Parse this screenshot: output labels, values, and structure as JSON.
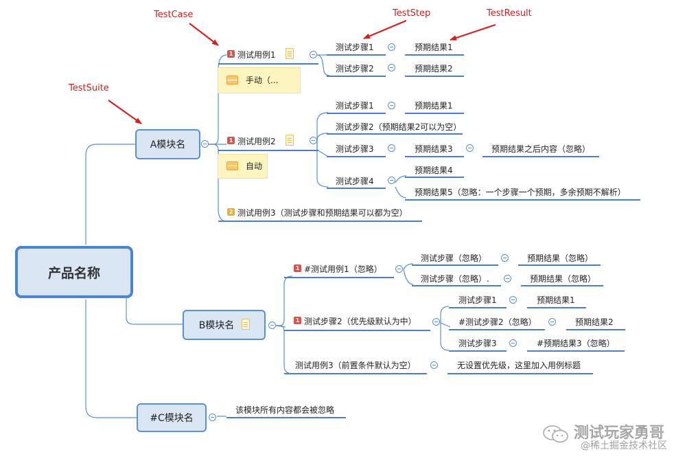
{
  "root": "产品名称",
  "annotations": [
    "TestCase",
    "TestStep",
    "TestResult",
    "TestSuite"
  ],
  "moduleA": {
    "title": "A模块名",
    "case1": {
      "title": "测试用例1",
      "priority": "1",
      "note": "手动（...",
      "step1": "测试步骤1",
      "result1": "预期结果1",
      "step2": "测试步骤2",
      "result2": "预期结果2"
    },
    "case2": {
      "title": "测试用例2",
      "priority": "1",
      "note": "自动",
      "step1": "测试步骤1",
      "result1": "预期结果1",
      "step2": "测试步骤2（预期结果2可以为空）",
      "step3": "测试步骤3",
      "result3": "预期结果3",
      "result3b": "预期结果之后内容（忽略）",
      "step4": "测试步骤4",
      "result4": "预期结果4",
      "result5": "预期结果5（忽略：一个步骤一个预期，多余预期不解析）"
    },
    "case3": {
      "title": "测试用例3（测试步骤和预期结果可以都为空）",
      "priority": "2"
    }
  },
  "moduleB": {
    "title": "B模块名",
    "case1": {
      "title": "#测试用例1（忽略）",
      "priority": "1",
      "step1": "测试步骤（忽略）",
      "result1": "预期结果（忽略）",
      "step2": "测试步骤（忽略）.",
      "result2": "预期结果（忽略）"
    },
    "case2": {
      "title": "测试步骤2（优先级默认为中）",
      "priority": "1",
      "step1": "测试步骤1",
      "result1": "预期结果1",
      "step2": "#测试步骤2（忽略）",
      "result2": "预期结果2",
      "step3": "测试步骤3",
      "result3": "#预期结果3（忽略）"
    },
    "case3": {
      "title": "测试用例3（前置条件默认为空）",
      "result": "无设置优先级，这里加入用例标题"
    }
  },
  "moduleC": {
    "title": "#C模块名",
    "child": "该模块所有内容都会被忽略"
  },
  "watermark": {
    "main": "测试玩家勇哥",
    "sub": "@稀土掘金技术社区"
  },
  "colors": {
    "line": "#4a7fc1",
    "topic_fill": "#dbe6f5",
    "annotation": "#cc1f1f",
    "memo": "#fdf5c0"
  }
}
